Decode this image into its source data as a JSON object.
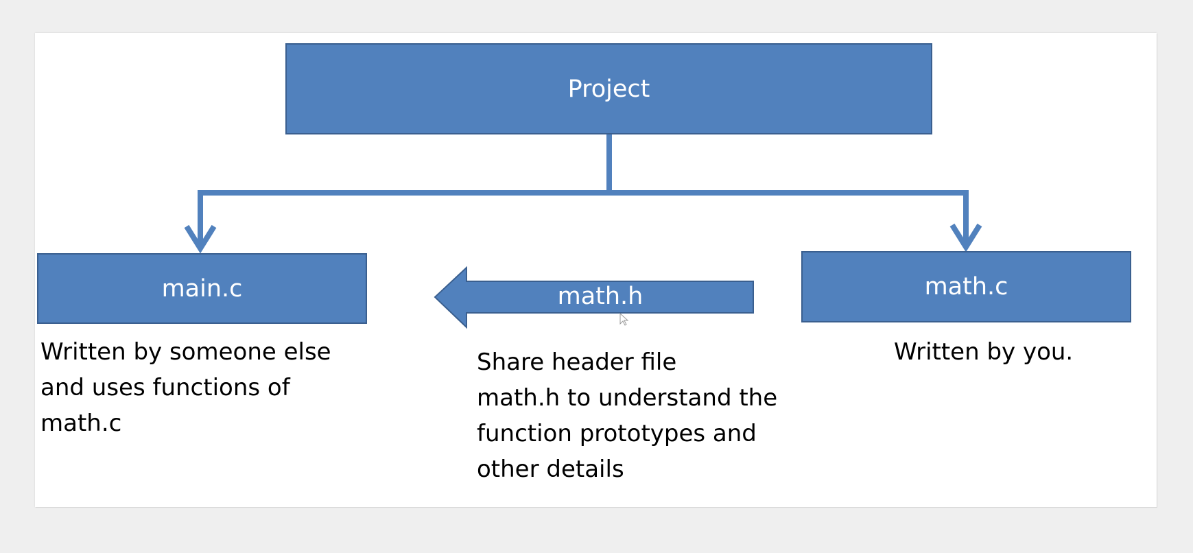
{
  "nodes": {
    "project": "Project",
    "main": "main.c",
    "math_c": "math.c",
    "math_h": "math.h"
  },
  "descriptions": {
    "main": [
      "Written by someone else",
      "and uses functions of",
      "math.c"
    ],
    "math_h": [
      "Share header file",
      "math.h to understand the",
      "function prototypes and",
      "other details"
    ],
    "math_c": [
      "Written by you."
    ]
  },
  "colors": {
    "box_fill": "#5181bd",
    "box_border": "#3a5f8f",
    "connector": "#5181bd"
  }
}
